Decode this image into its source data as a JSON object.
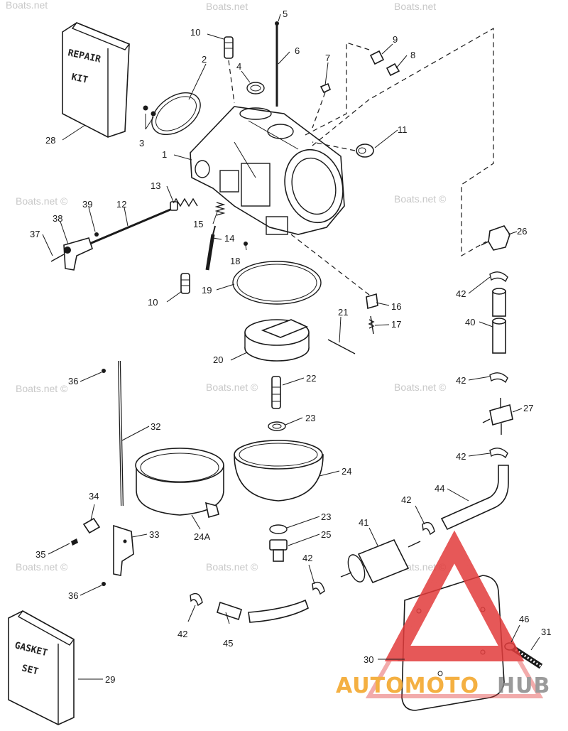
{
  "watermark": {
    "text": "Boats.net",
    "text_copyright": "Boats.net ©"
  },
  "repair_kit": {
    "line1": "REPAIR",
    "line2": "KIT"
  },
  "gasket_set": {
    "line1": "GASKET",
    "line2": "SET"
  },
  "logo": {
    "part1": "AUTOMOTO",
    "part2": "HUB",
    "color_orange": "#f3a322",
    "color_gray": "#8a8a8a",
    "color_red": "#e23b3b"
  },
  "labels": {
    "l1": "1",
    "l2": "2",
    "l3": "3",
    "l4": "4",
    "l5": "5",
    "l6": "6",
    "l7": "7",
    "l8": "8",
    "l9": "9",
    "l10a": "10",
    "l10b": "10",
    "l11": "11",
    "l12": "12",
    "l13": "13",
    "l14": "14",
    "l15": "15",
    "l16": "16",
    "l17": "17",
    "l18": "18",
    "l19": "19",
    "l20": "20",
    "l21": "21",
    "l22": "22",
    "l23a": "23",
    "l23b": "23",
    "l24": "24",
    "l24a": "24A",
    "l25": "25",
    "l26": "26",
    "l27": "27",
    "l28": "28",
    "l29": "29",
    "l30": "30",
    "l31": "31",
    "l32": "32",
    "l33": "33",
    "l34": "34",
    "l35": "35",
    "l36a": "36",
    "l36b": "36",
    "l37": "37",
    "l38": "38",
    "l39": "39",
    "l40": "40",
    "l41": "41",
    "l42a": "42",
    "l42b": "42",
    "l42c": "42",
    "l42d": "42",
    "l42e": "42",
    "l42f": "42",
    "l44": "44",
    "l45": "45",
    "l46": "46"
  }
}
